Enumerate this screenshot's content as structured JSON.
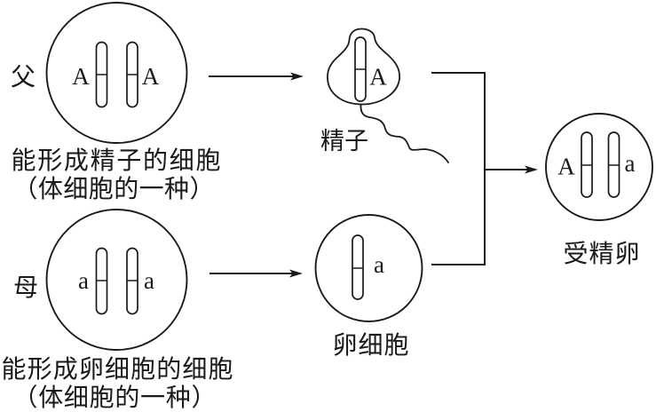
{
  "father": {
    "label": "父",
    "cell_alleles": [
      "A",
      "A"
    ],
    "caption_lines": [
      "能形成精子的细胞",
      "（体细胞的一种）"
    ]
  },
  "mother": {
    "label": "母",
    "cell_alleles": [
      "a",
      "a"
    ],
    "caption_lines": [
      "能形成卵细胞的细胞",
      "（体细胞的一种）"
    ]
  },
  "sperm": {
    "label": "精子",
    "alleles": [
      "A"
    ]
  },
  "egg": {
    "label": "卵细胞",
    "alleles": [
      "a"
    ]
  },
  "zygote": {
    "label": "受精卵",
    "alleles": [
      "A",
      "a"
    ]
  },
  "connections": [
    {
      "from": [
        "father"
      ],
      "to": "sperm"
    },
    {
      "from": [
        "mother"
      ],
      "to": "egg"
    },
    {
      "from": [
        "sperm",
        "egg"
      ],
      "to": "zygote"
    }
  ],
  "colors": {
    "ink": "#1a1a1a",
    "background": "#ffffff",
    "chromosome_fill": "#ffffff"
  }
}
